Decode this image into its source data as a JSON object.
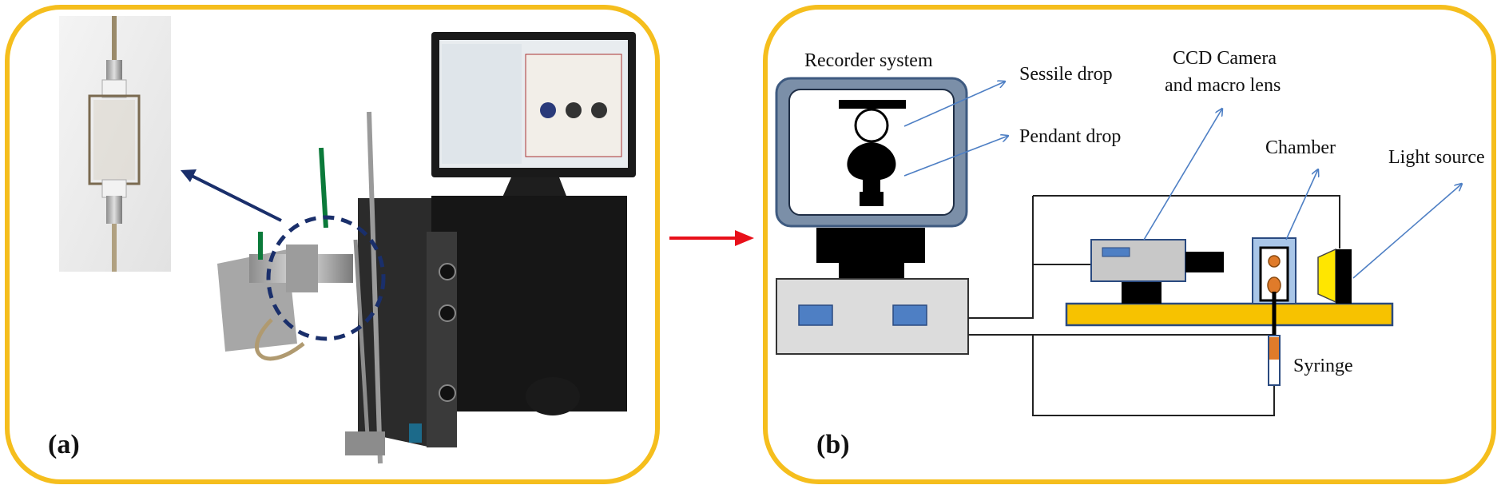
{
  "panel_labels": {
    "a": "(a)",
    "b": "(b)"
  },
  "diagram_labels": {
    "recorder_system": "Recorder system",
    "sessile_drop": "Sessile drop",
    "pendant_drop": "Pendant drop",
    "ccd_camera_line1": "CCD Camera",
    "ccd_camera_line2": "and macro lens",
    "chamber": "Chamber",
    "light_source": "Light source",
    "syringe": "Syringe"
  },
  "colors": {
    "panel_border": "#f5be1d",
    "arrow_red": "#e8101a",
    "arrow_navy": "#1a2f6b",
    "leader_blue": "#4e7fc4",
    "monitor_frame": "#7b8fa8",
    "bench_yellow": "#f7c200",
    "component_grey": "#c8c8c8"
  }
}
